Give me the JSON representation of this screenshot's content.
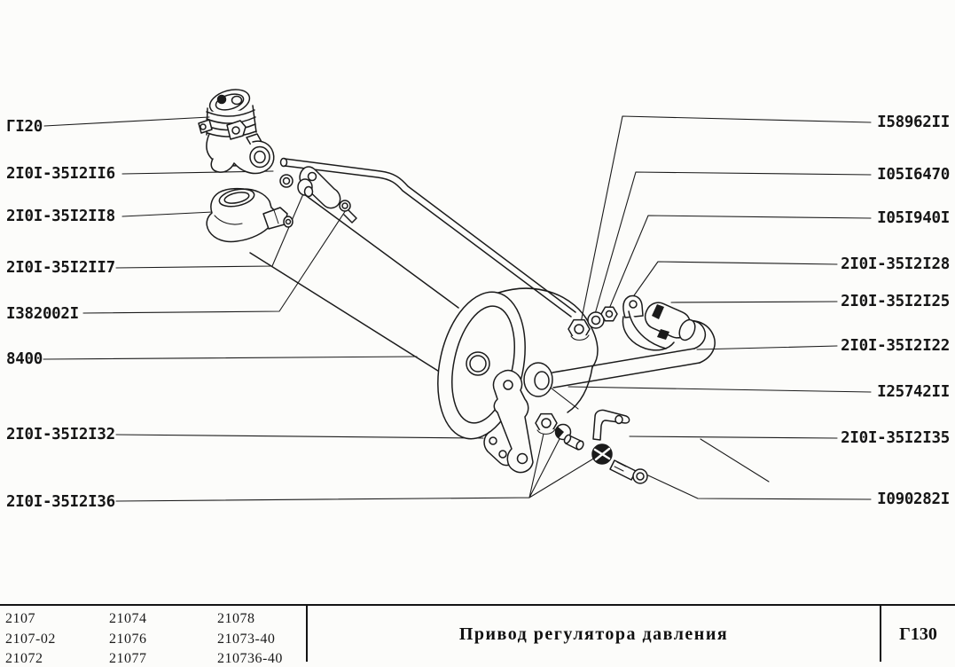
{
  "page": {
    "background": "#fcfcfa",
    "line_color": "#1b1b1b",
    "text_color": "#161616"
  },
  "diagram": {
    "description": "exploded view of rear axle pressure regulator drive",
    "left_labels": [
      {
        "text": "ГI20"
      },
      {
        "text": "2I0I-35I2II6"
      },
      {
        "text": "2I0I-35I2II8"
      },
      {
        "text": "2I0I-35I2II7"
      },
      {
        "text": "I382002I"
      },
      {
        "text": "8400"
      },
      {
        "text": "2I0I-35I2I32"
      },
      {
        "text": "2I0I-35I2I36"
      }
    ],
    "right_labels": [
      {
        "text": "I58962II"
      },
      {
        "text": "I05I6470"
      },
      {
        "text": "I05I940I"
      },
      {
        "text": "2I0I-35I2I28"
      },
      {
        "text": "2I0I-35I2I25"
      },
      {
        "text": "2I0I-35I2I22"
      },
      {
        "text": "I25742II"
      },
      {
        "text": "2I0I-35I2I35"
      },
      {
        "text": "I090282I"
      }
    ]
  },
  "footer": {
    "model_columns": [
      [
        "2107",
        "2107-02",
        "21072"
      ],
      [
        "21074",
        "21076",
        "21077"
      ],
      [
        "21078",
        "21073-40",
        "210736-40"
      ]
    ],
    "title": "Привод регулятора давления",
    "page_code": "Г130"
  }
}
